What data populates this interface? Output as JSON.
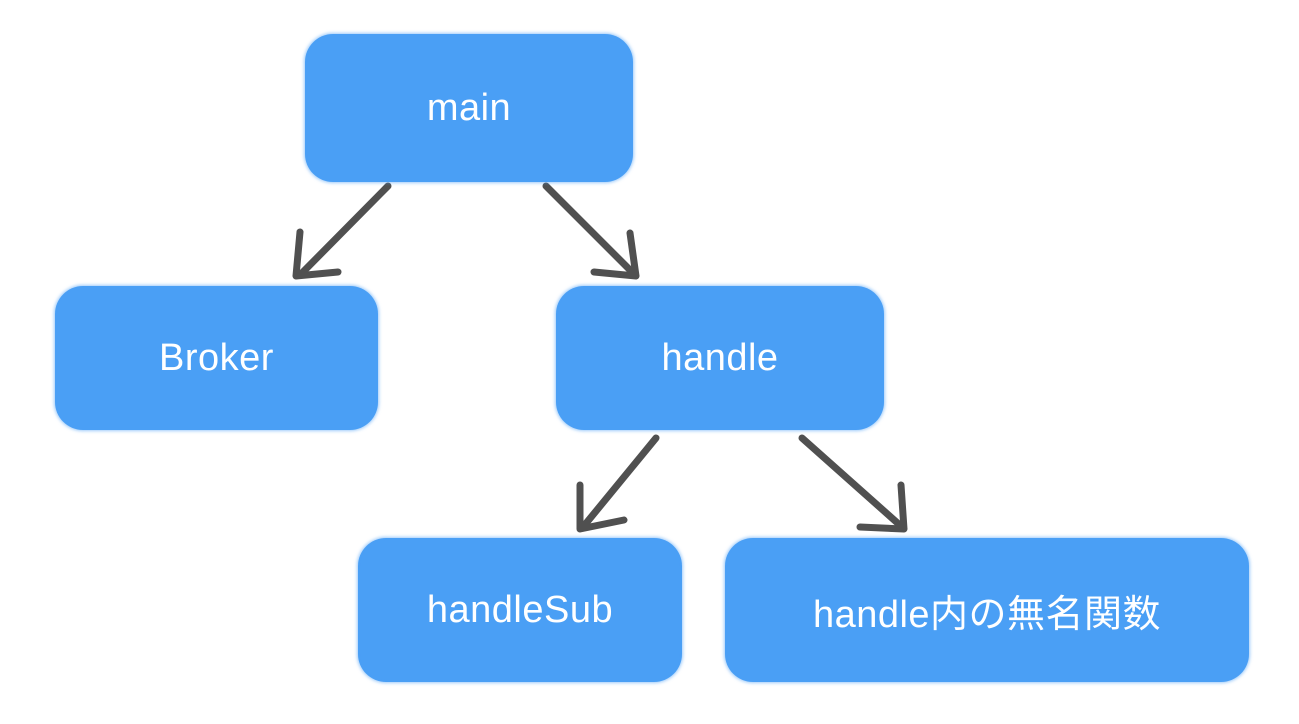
{
  "diagram": {
    "nodes": {
      "main": "main",
      "broker": "Broker",
      "handle": "handle",
      "handle_sub": "handleSub",
      "handle_anon": "handle内の無名関数"
    },
    "edges": [
      {
        "from": "main",
        "to": "Broker"
      },
      {
        "from": "main",
        "to": "handle"
      },
      {
        "from": "handle",
        "to": "handleSub"
      },
      {
        "from": "handle",
        "to": "handle内の無名関数"
      }
    ],
    "colors": {
      "node_fill": "#4a9ff5",
      "node_text": "#ffffff",
      "arrow": "#505050",
      "background": "#ffffff"
    }
  }
}
